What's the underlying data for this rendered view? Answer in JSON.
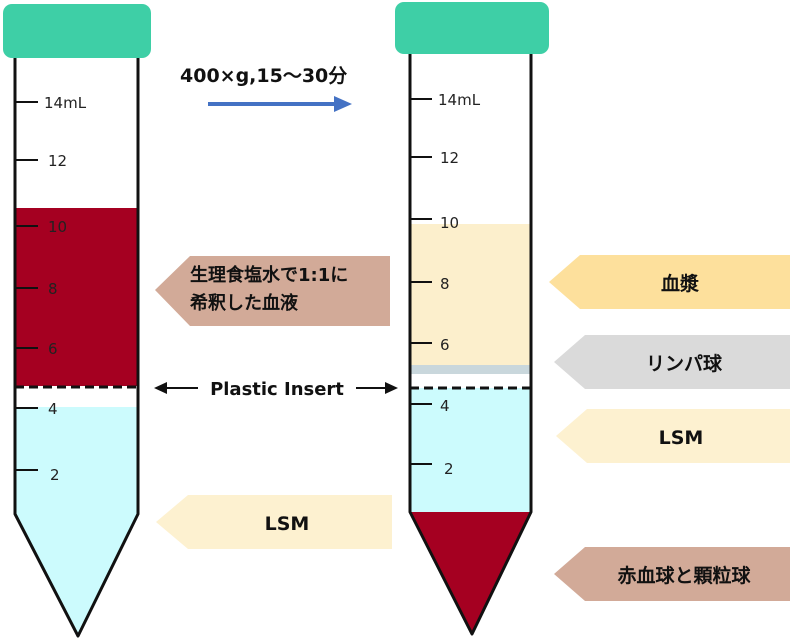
{
  "header": {
    "condition": "400×g,15～30分"
  },
  "left_tube": {
    "scale": {
      "top_label": "14mL",
      "labels": [
        "12",
        "10",
        "8",
        "6",
        "4",
        "2"
      ]
    }
  },
  "right_tube": {
    "scale": {
      "top_label": "14mL",
      "labels": [
        "12",
        "10",
        "8",
        "6",
        "4",
        "2"
      ]
    }
  },
  "annotations": {
    "diluted_blood_line1": "生理食塩水で1:1に",
    "diluted_blood_line2": "希釈した血液",
    "plastic_insert": "Plastic Insert",
    "lsm_left": "LSM",
    "plasma": "血漿",
    "lymphocytes": "リンパ球",
    "lsm_right": "LSM",
    "rbc_granulocytes": "赤血球と顆粒球"
  },
  "colors": {
    "cap": "#3ecfa6",
    "blood": "#a50021",
    "lsm": "#ccfbfd",
    "plasma": "#fcefcc",
    "lymphocyte_band": "#c9d7dc",
    "arrow": "#4472c4",
    "callout_brown": "#d2aa98",
    "callout_yellow": "#fdf1d0",
    "callout_gold": "#fde09c",
    "callout_gray": "#dadada"
  }
}
